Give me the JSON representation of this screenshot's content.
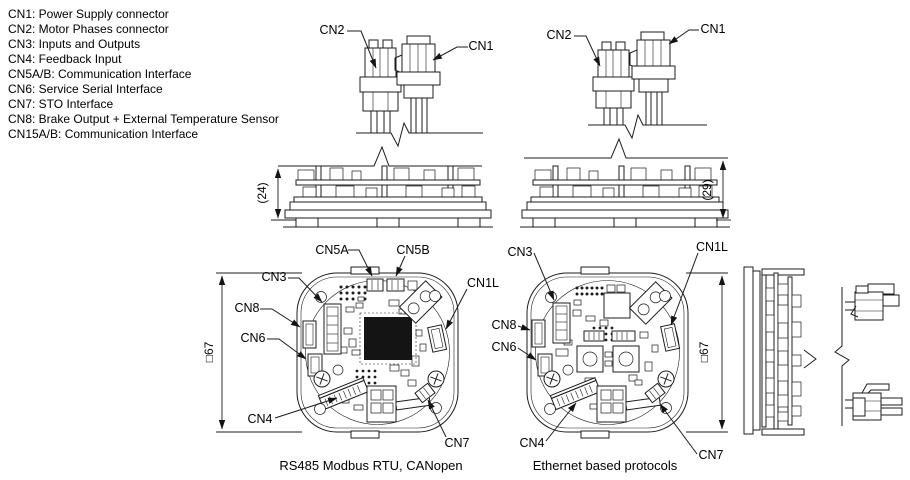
{
  "legend": {
    "items": [
      "CN1: Power Supply connector",
      "CN2: Motor Phases connector",
      "CN3: Inputs and Outputs",
      "CN4: Feedback Input",
      "CN5A/B: Communication Interface",
      "CN6: Service Serial Interface",
      "CN7: STO Interface",
      "CN8: Brake Output + External Temperature Sensor",
      "CN15A/B: Communication Interface"
    ]
  },
  "connector_detail_left": {
    "cn2": "CN2",
    "cn1": "CN1"
  },
  "connector_detail_right": {
    "cn2": "CN2",
    "cn1": "CN1"
  },
  "stack_side_left": {
    "height_dim": "(24)"
  },
  "stack_side_right": {
    "height_dim": "(29)"
  },
  "board_left": {
    "caption": "RS485 Modbus RTU, CANopen",
    "size_dim": "□67",
    "cn5a": "CN5A",
    "cn5b": "CN5B",
    "cn3": "CN3",
    "cn8": "CN8",
    "cn6": "CN6",
    "cn4": "CN4",
    "cn7": "CN7",
    "cn1l": "CN1L"
  },
  "board_right": {
    "caption": "Ethernet based protocols",
    "size_dim": "□67",
    "cn3": "CN3",
    "cn1l": "CN1L",
    "cn8": "CN8",
    "cn6": "CN6",
    "cn4": "CN4",
    "cn7": "CN7"
  }
}
